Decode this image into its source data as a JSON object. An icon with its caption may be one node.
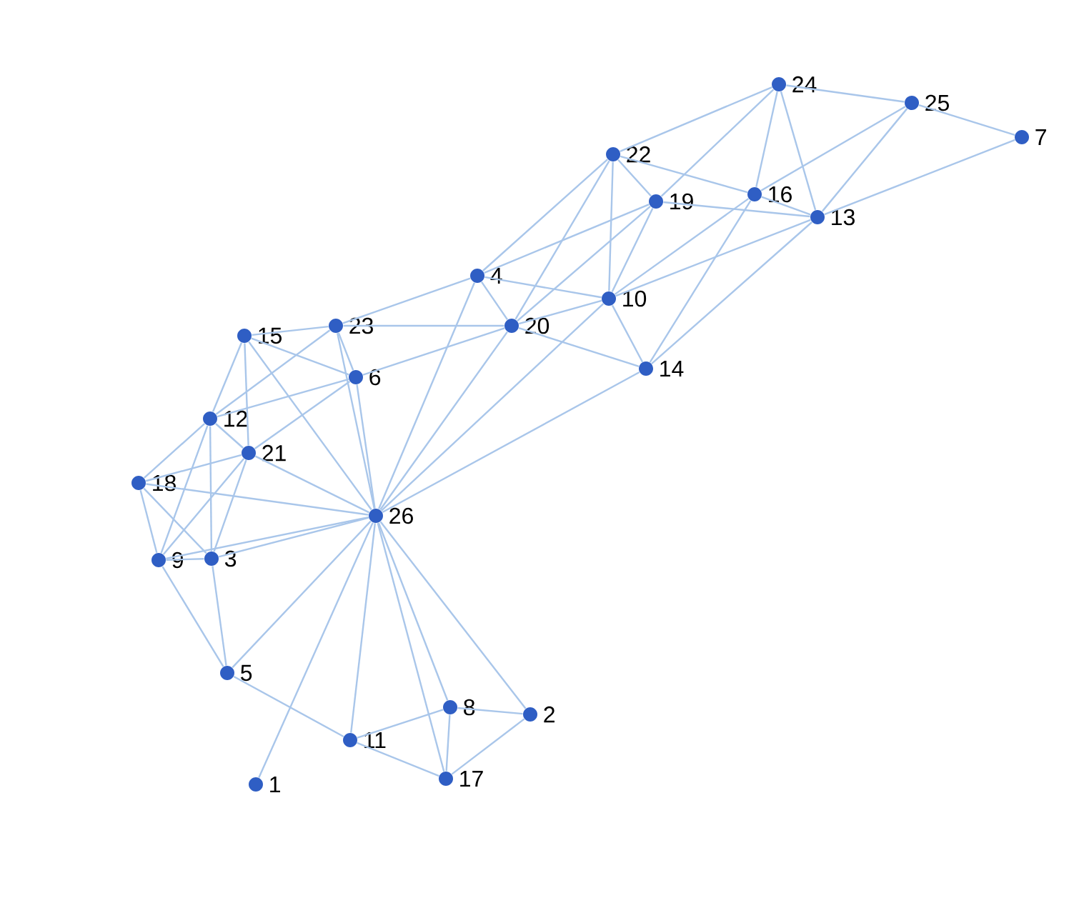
{
  "diagram": {
    "nodes": [
      {
        "text": [
          "1"
        ]
      },
      {
        "text": [
          "2"
        ]
      },
      {
        "text": [
          "3"
        ]
      },
      {
        "text": [
          "4"
        ]
      },
      {
        "text": [
          "5"
        ]
      },
      {
        "text": [
          "6"
        ]
      },
      {
        "text": [
          "7"
        ]
      },
      {
        "text": [
          "8"
        ]
      },
      {
        "text": [
          "9"
        ]
      },
      {
        "text": [
          "10"
        ]
      },
      {
        "text": [
          "11"
        ]
      },
      {
        "text": [
          "12"
        ]
      },
      {
        "text": [
          "13"
        ]
      },
      {
        "text": [
          "14"
        ]
      },
      {
        "text": [
          "15"
        ]
      },
      {
        "text": [
          "16"
        ]
      },
      {
        "text": [
          "17"
        ]
      },
      {
        "text": [
          "18"
        ]
      },
      {
        "text": [
          "19"
        ]
      },
      {
        "text": [
          "20"
        ]
      },
      {
        "text": [
          "21"
        ]
      },
      {
        "text": [
          "22"
        ]
      },
      {
        "text": [
          "23"
        ]
      },
      {
        "text": [
          "24"
        ]
      },
      {
        "text": [
          "25"
        ]
      },
      {
        "text": [
          "26"
        ]
      }
    ],
    "edges": [
      {
        "from": 23,
        "to": 24,
        "arrow": "none"
      },
      {
        "from": 24,
        "to": 6,
        "arrow": "none"
      },
      {
        "from": 6,
        "to": 12,
        "arrow": "none"
      },
      {
        "from": 24,
        "to": 12,
        "arrow": "none"
      },
      {
        "from": 24,
        "to": 15,
        "arrow": "none"
      },
      {
        "from": 15,
        "to": 9,
        "arrow": "none"
      },
      {
        "from": 15,
        "to": 13,
        "arrow": "none"
      },
      {
        "from": 23,
        "to": 15,
        "arrow": "none"
      },
      {
        "from": 23,
        "to": 12,
        "arrow": "none"
      },
      {
        "from": 23,
        "to": 21,
        "arrow": "none"
      },
      {
        "from": 23,
        "to": 18,
        "arrow": "none"
      },
      {
        "from": 18,
        "to": 19,
        "arrow": "none"
      },
      {
        "from": 21,
        "to": 15,
        "arrow": "none"
      },
      {
        "from": 15,
        "to": 12,
        "arrow": "none"
      },
      {
        "from": 18,
        "to": 12,
        "arrow": "none"
      },
      {
        "from": 21,
        "to": 18,
        "arrow": "none"
      },
      {
        "from": 21,
        "to": 9,
        "arrow": "none"
      },
      {
        "from": 21,
        "to": 19,
        "arrow": "none"
      },
      {
        "from": 21,
        "to": 3,
        "arrow": "none"
      },
      {
        "from": 18,
        "to": 3,
        "arrow": "none"
      },
      {
        "from": 18,
        "to": 9,
        "arrow": "none"
      },
      {
        "from": 9,
        "to": 12,
        "arrow": "none"
      },
      {
        "from": 9,
        "to": 13,
        "arrow": "none"
      },
      {
        "from": 9,
        "to": 3,
        "arrow": "none"
      },
      {
        "from": 9,
        "to": 19,
        "arrow": "none"
      },
      {
        "from": 9,
        "to": 25,
        "arrow": "none"
      },
      {
        "from": 13,
        "to": 12,
        "arrow": "none"
      },
      {
        "from": 13,
        "to": 19,
        "arrow": "none"
      },
      {
        "from": 13,
        "to": 25,
        "arrow": "none"
      },
      {
        "from": 19,
        "to": 3,
        "arrow": "none"
      },
      {
        "from": 19,
        "to": 22,
        "arrow": "none"
      },
      {
        "from": 19,
        "to": 5,
        "arrow": "none"
      },
      {
        "from": 19,
        "to": 25,
        "arrow": "none"
      },
      {
        "from": 3,
        "to": 22,
        "arrow": "none"
      },
      {
        "from": 3,
        "to": 25,
        "arrow": "none"
      },
      {
        "from": 22,
        "to": 14,
        "arrow": "none"
      },
      {
        "from": 22,
        "to": 5,
        "arrow": "none"
      },
      {
        "from": 22,
        "to": 25,
        "arrow": "none"
      },
      {
        "from": 22,
        "to": 11,
        "arrow": "none"
      },
      {
        "from": 5,
        "to": 14,
        "arrow": "none"
      },
      {
        "from": 5,
        "to": 11,
        "arrow": "none"
      },
      {
        "from": 5,
        "to": 20,
        "arrow": "none"
      },
      {
        "from": 5,
        "to": 25,
        "arrow": "none"
      },
      {
        "from": 14,
        "to": 11,
        "arrow": "none"
      },
      {
        "from": 14,
        "to": 20,
        "arrow": "none"
      },
      {
        "from": 14,
        "to": 25,
        "arrow": "none"
      },
      {
        "from": 11,
        "to": 17,
        "arrow": "none"
      },
      {
        "from": 11,
        "to": 20,
        "arrow": "none"
      },
      {
        "from": 11,
        "to": 2,
        "arrow": "none"
      },
      {
        "from": 11,
        "to": 8,
        "arrow": "none"
      },
      {
        "from": 17,
        "to": 20,
        "arrow": "none"
      },
      {
        "from": 17,
        "to": 25,
        "arrow": "none"
      },
      {
        "from": 17,
        "to": 8,
        "arrow": "none"
      },
      {
        "from": 17,
        "to": 2,
        "arrow": "none"
      },
      {
        "from": 20,
        "to": 25,
        "arrow": "none"
      },
      {
        "from": 20,
        "to": 8,
        "arrow": "none"
      },
      {
        "from": 20,
        "to": 2,
        "arrow": "none"
      },
      {
        "from": 8,
        "to": 2,
        "arrow": "none"
      },
      {
        "from": 8,
        "to": 4,
        "arrow": "none"
      },
      {
        "from": 8,
        "to": 25,
        "arrow": "none"
      },
      {
        "from": 2,
        "to": 25,
        "arrow": "none"
      },
      {
        "from": 2,
        "to": 4,
        "arrow": "none"
      },
      {
        "from": 4,
        "to": 25,
        "arrow": "none"
      },
      {
        "from": 4,
        "to": 10,
        "arrow": "none"
      },
      {
        "from": 25,
        "to": 10,
        "arrow": "none"
      },
      {
        "from": 25,
        "to": 16,
        "arrow": "none"
      },
      {
        "from": 25,
        "to": 7,
        "arrow": "none"
      },
      {
        "from": 25,
        "to": 1,
        "arrow": "none"
      },
      {
        "from": 25,
        "to": 0,
        "arrow": "none"
      },
      {
        "from": 10,
        "to": 7,
        "arrow": "none"
      },
      {
        "from": 10,
        "to": 16,
        "arrow": "none"
      },
      {
        "from": 7,
        "to": 16,
        "arrow": "none"
      },
      {
        "from": 7,
        "to": 1,
        "arrow": "none"
      },
      {
        "from": 1,
        "to": 16,
        "arrow": "none"
      }
    ]
  }
}
